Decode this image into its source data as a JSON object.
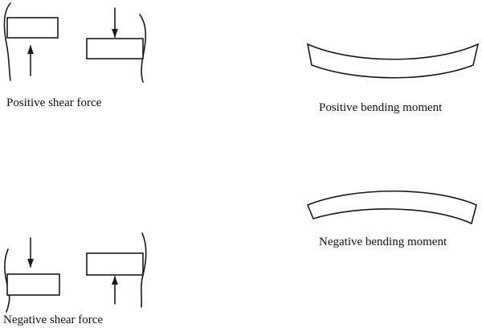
{
  "captions": {
    "positive_shear": "Positive shear force",
    "positive_bending": "Positive bending moment",
    "negative_bending": "Negative bending moment",
    "negative_shear": "Negative shear force"
  },
  "colors": {
    "stroke": "#1a1a1a",
    "background": "#ffffff"
  }
}
